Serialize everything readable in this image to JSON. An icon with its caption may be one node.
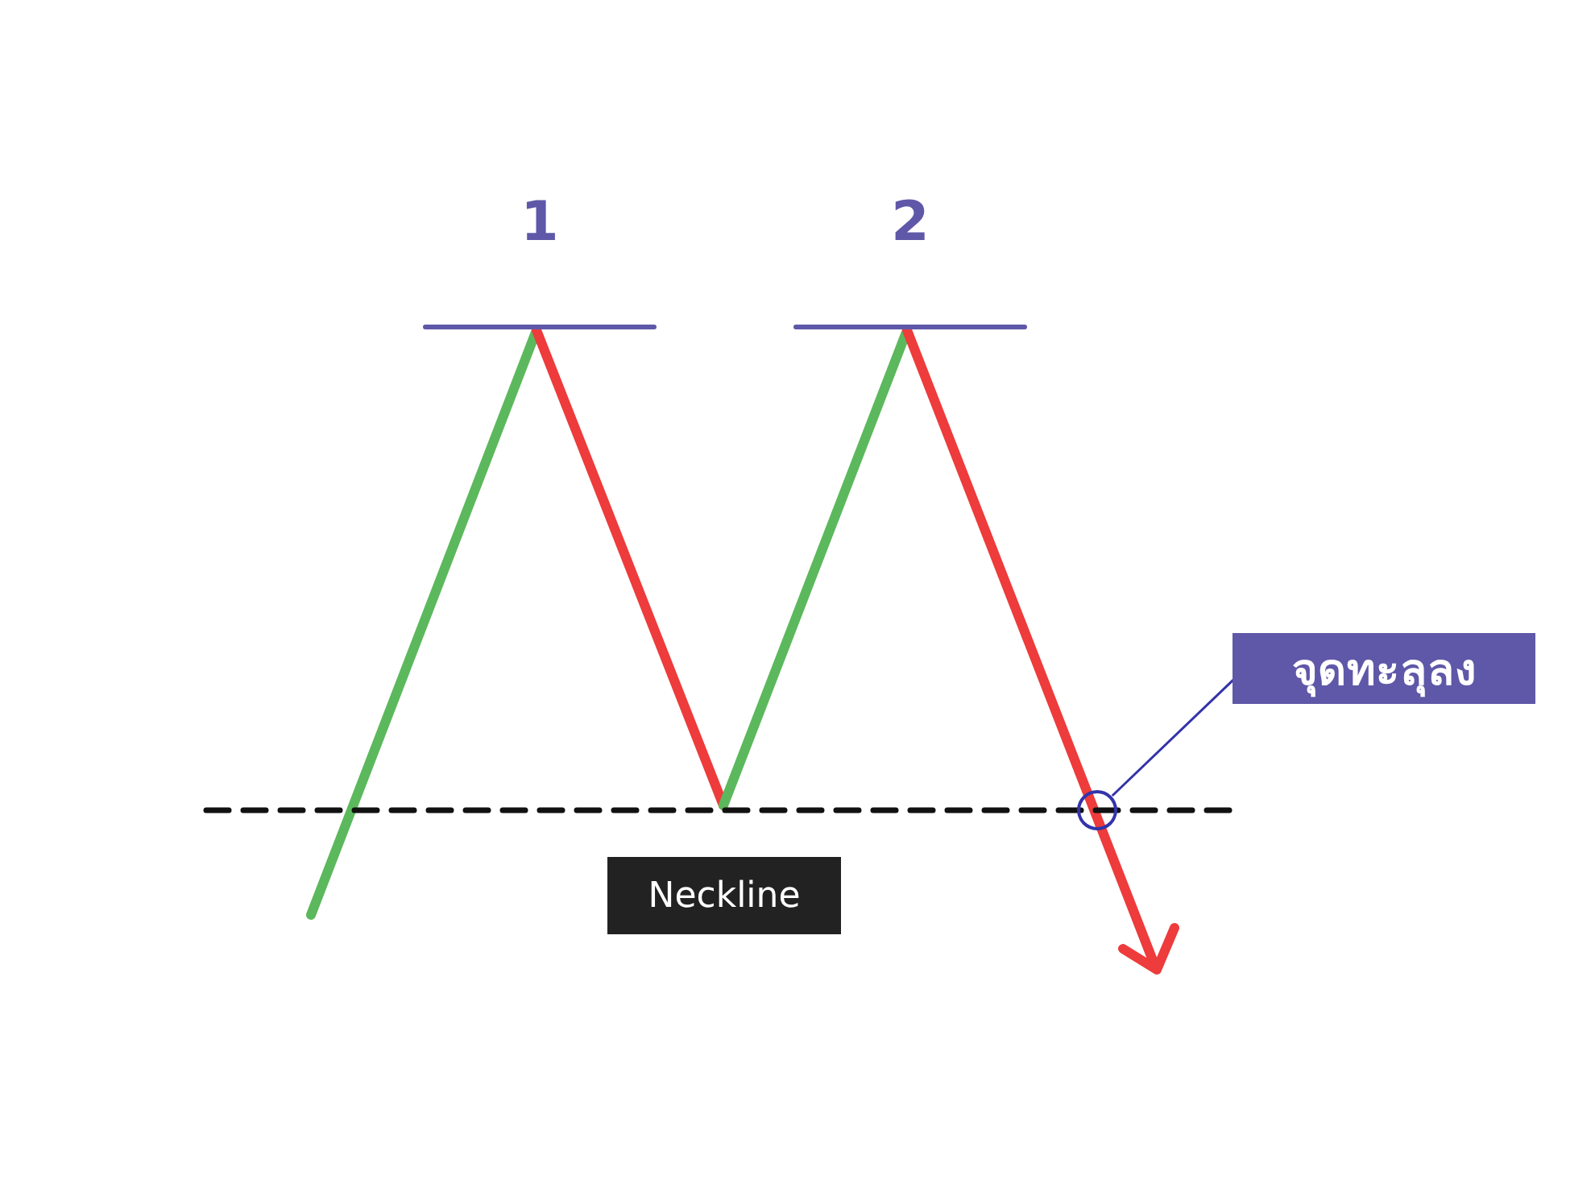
{
  "diagram": {
    "nodes": [
      {
        "text": [
          "จุดทะลุลง"
        ]
      },
      {
        "text": [],
        "shape": "circle"
      },
      {
        "text": [
          "Neckline"
        ]
      }
    ],
    "edges": [
      {
        "from": 0,
        "to": 1,
        "arrow": "none"
      }
    ],
    "labels": [
      "1",
      "2"
    ]
  }
}
